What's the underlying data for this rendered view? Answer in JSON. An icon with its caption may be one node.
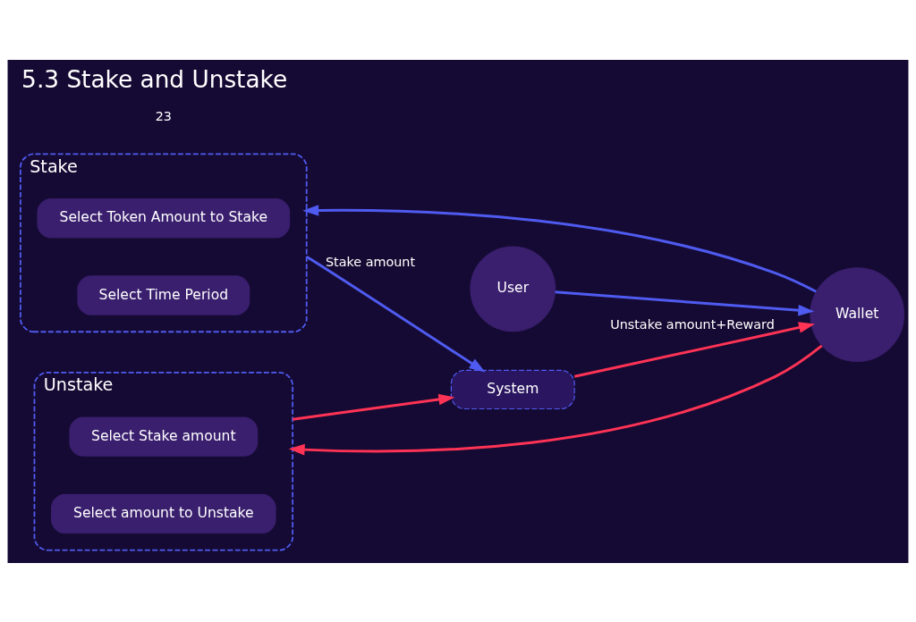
{
  "diagram": {
    "title": "5.3 Stake and Unstake",
    "nodes": [
      {
        "text": [
          "Stake"
        ]
      },
      {
        "text": [
          "Select Token Amount to Stake"
        ],
        "in": 0
      },
      {
        "text": [
          "Select Time Period"
        ],
        "in": 0
      },
      {
        "text": [
          "System"
        ]
      },
      {
        "text": [
          "User"
        ]
      },
      {
        "text": [
          "Wallet"
        ]
      },
      {
        "text": [
          "Unstake"
        ]
      },
      {
        "text": [
          "Select Stake amount"
        ],
        "in": 6
      },
      {
        "text": [
          "Select amount to Unstake"
        ],
        "in": 6
      }
    ],
    "edges": [
      {
        "from": 4,
        "to": 5,
        "arrow": "to",
        "color": "#4f5bf0"
      },
      {
        "from": 5,
        "to": 0,
        "arrow": "to",
        "color": "#4f5bf0"
      },
      {
        "from": 0,
        "to": 3,
        "arrow": "to",
        "label": "Stake amount",
        "color": "#4f5bf0"
      },
      {
        "from": 3,
        "to": 5,
        "arrow": "to",
        "label": "Unstake amount+Reward",
        "color": "#ff3355"
      },
      {
        "from": 5,
        "to": 6,
        "arrow": "to",
        "color": "#ff3355"
      },
      {
        "from": 6,
        "to": 3,
        "arrow": "to",
        "color": "#ff3355"
      }
    ],
    "labels": [
      "23"
    ]
  }
}
